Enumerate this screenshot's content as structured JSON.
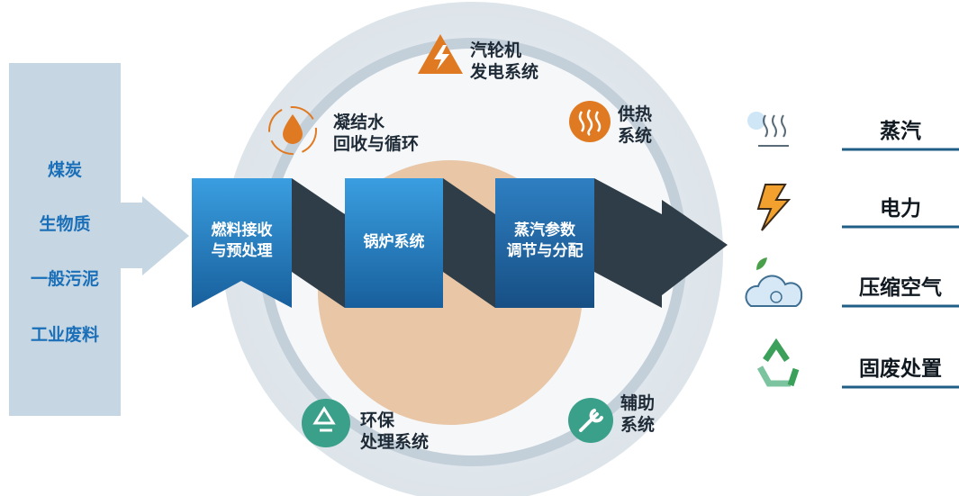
{
  "fuels": [
    "煤炭",
    "生物质",
    "一般污泥",
    "工业废料"
  ],
  "process_steps": [
    "燃料接收\n与预处理",
    "锅炉系统",
    "蒸汽参数\n调节与分配"
  ],
  "ring_systems": [
    {
      "label": "汽轮机\n发电系统",
      "icon": "lightning-warning-icon"
    },
    {
      "label": "供热\n系统",
      "icon": "heat-waves-icon"
    },
    {
      "label": "凝结水\n回收与循环",
      "icon": "water-drop-cycle-icon"
    },
    {
      "label": "环保\n处理系统",
      "icon": "recycle-leaf-icon"
    },
    {
      "label": "辅助\n系统",
      "icon": "wrench-icon"
    }
  ],
  "outputs": [
    {
      "label": "蒸汽",
      "icon": "steam-icon"
    },
    {
      "label": "电力",
      "icon": "lightning-icon"
    },
    {
      "label": "压缩空气",
      "icon": "cloud-leaf-icon"
    },
    {
      "label": "固废处置",
      "icon": "recycle-icon"
    }
  ],
  "colors": {
    "ring": "#cfd9e1",
    "core": "#e7c6a8",
    "process_box": "#1f6fb2",
    "arrow_dark": "#2f3e48",
    "fuel_panel": "#c9d9e4",
    "accent_orange": "#e07a22",
    "output_line": "#1f5e86"
  }
}
